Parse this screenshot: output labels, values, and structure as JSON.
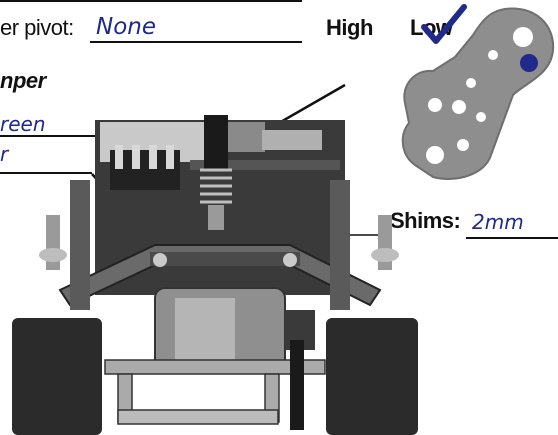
{
  "form": {
    "pivot_label": "er pivot:",
    "pivot_value": "None",
    "high_label": "High",
    "low_label": "Low",
    "damper_label": "nper",
    "damper_value": "reen",
    "damper_value2": "r",
    "shims_label": "Shims:",
    "shims_value": "2mm"
  },
  "marks": {
    "checkmark_color": "#1f2a8a",
    "dot_color": "#1f2a8a"
  }
}
